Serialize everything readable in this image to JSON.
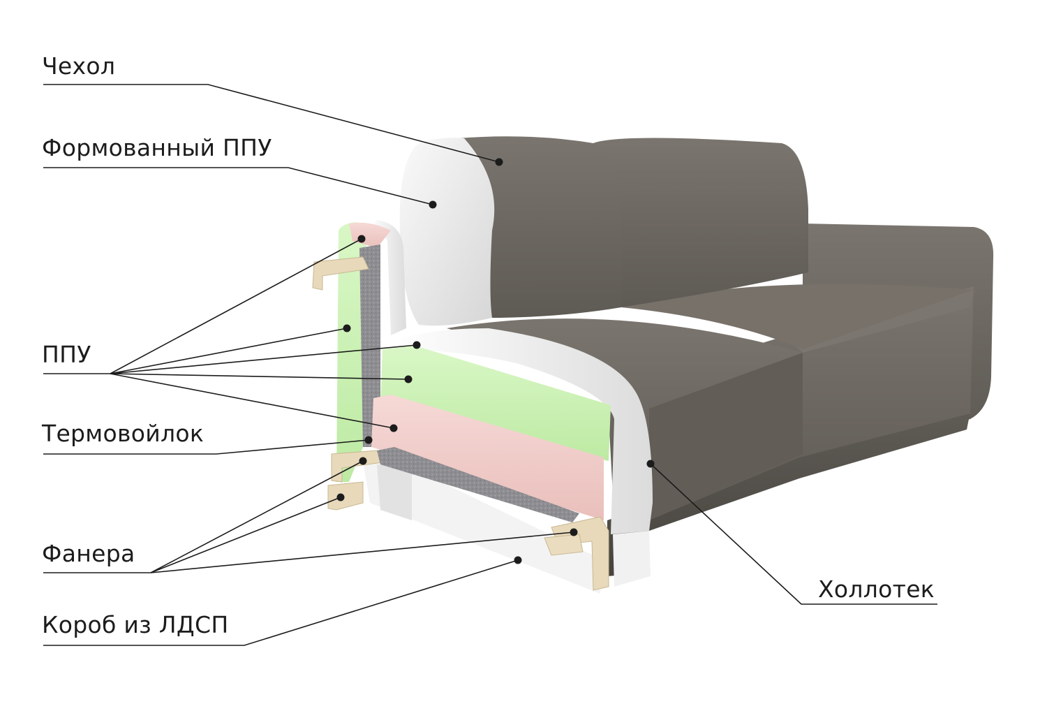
{
  "labels": {
    "cover": "Чехол",
    "molded_foam": "Формованный ППУ",
    "foam": "ППУ",
    "thermo_felt": "Термовойлок",
    "plywood": "Фанера",
    "chipboard_box": "Короб из ЛДСП",
    "hollotex": "Холлотек"
  },
  "colors": {
    "upholstery": "#6c6760",
    "upholstery_dark": "#4f4b46",
    "green_foam": "#ccf3b4",
    "pink_foam": "#f1cfcc",
    "white_foam": "#f4f4f4",
    "plywood": "#e8d9bb",
    "felt": "#8e8d91",
    "leader_line": "#1c1c1c"
  }
}
